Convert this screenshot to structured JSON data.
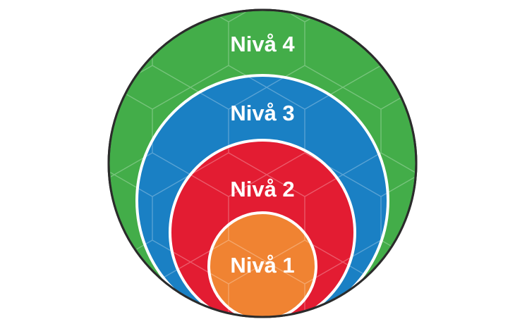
{
  "levels": [
    {
      "label": "Nivå 4",
      "color": "#43ad49"
    },
    {
      "label": "Nivå 3",
      "color": "#1a80c4"
    },
    {
      "label": "Nivå 2",
      "color": "#e31c32"
    },
    {
      "label": "Nivå 1",
      "color": "#f08332"
    }
  ],
  "outline_color": "#2b2b2b",
  "pattern": "hexagon-lines"
}
